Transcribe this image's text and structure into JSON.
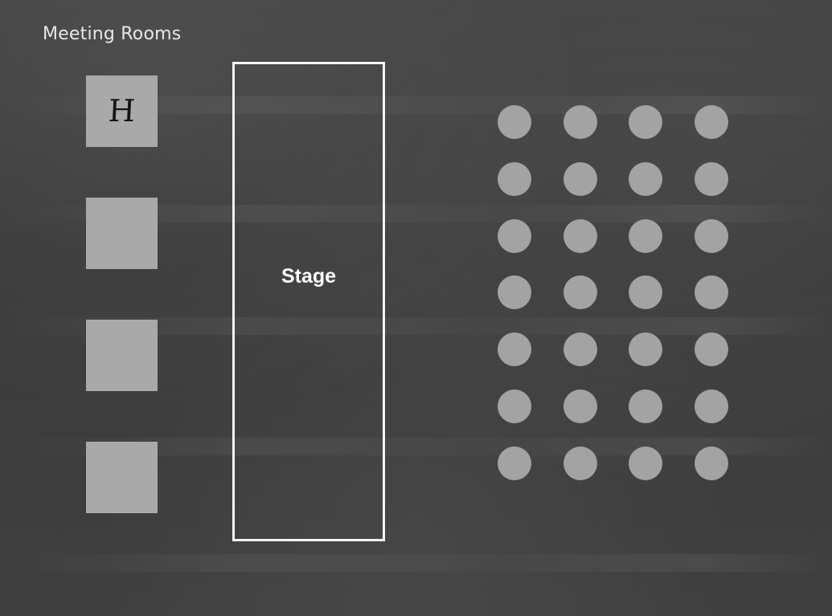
{
  "title": "Meeting Rooms",
  "rooms": [
    {
      "label": "H"
    },
    {
      "label": ""
    },
    {
      "label": ""
    },
    {
      "label": ""
    }
  ],
  "stage": {
    "label": "Stage"
  },
  "seating": {
    "columns": 4,
    "rows": 7
  },
  "colors": {
    "board": "#3d3d3d",
    "room_fill": "#a9a9a9",
    "seat_fill": "#a3a3a3",
    "stage_outline": "#f4f4f4",
    "text": "#e8e8e8"
  }
}
